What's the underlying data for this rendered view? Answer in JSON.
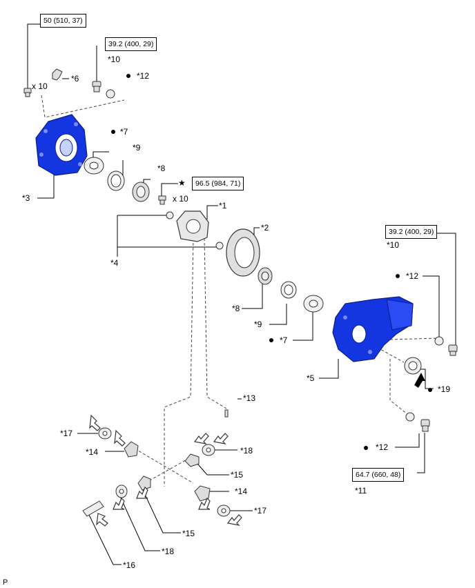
{
  "torque_specs": {
    "t50": "50 (510, 37)",
    "t39_top": "39.2 (400, 29)",
    "t96": "96.5 (984, 71)",
    "t39_right": "39.2 (400, 29)",
    "t64": "64.7 (660, 48)"
  },
  "callouts": {
    "c1": "*1",
    "c2": "*2",
    "c3": "*3",
    "c4": "*4",
    "c5": "*5",
    "c6": "*6",
    "c7a": "*7",
    "c7b": "*7",
    "c8a": "*8",
    "c8b": "*8",
    "c9a": "*9",
    "c9b": "*9",
    "c10a": "*10",
    "c10b": "*10",
    "c11": "*11",
    "c12a": "*12",
    "c12b": "*12",
    "c12c": "*12",
    "c13": "*13",
    "c14a": "*14",
    "c14b": "*14",
    "c15a": "*15",
    "c15b": "*15",
    "c16": "*16",
    "c17a": "*17",
    "c17b": "*17",
    "c18a": "*18",
    "c18b": "*18",
    "c19": "*19"
  },
  "quantities": {
    "q_bolts_top": "x 10",
    "q_bolts_ring": "x 10"
  },
  "symbols": {
    "star": "★"
  },
  "footer": {
    "code": "P"
  },
  "colors": {
    "housing_blue": "#1436e0",
    "housing_dark": "#0a1c8c",
    "line": "#000000"
  }
}
